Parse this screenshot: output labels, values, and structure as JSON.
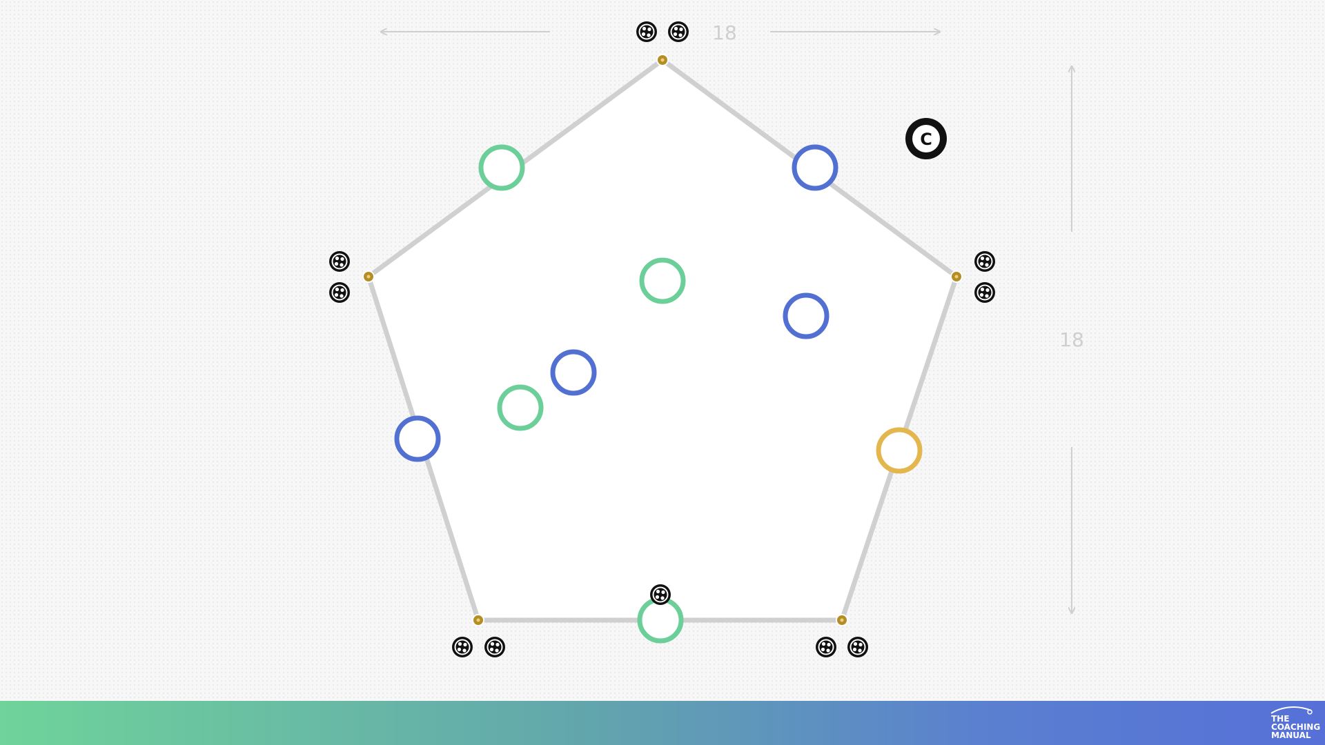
{
  "diagram": {
    "width_label": "18",
    "height_label": "18",
    "coach_label": "C"
  },
  "colors": {
    "team_green": "#6ccf99",
    "team_blue": "#5270d2",
    "neutral_yellow": "#e3b64e",
    "cone": "#b58d26",
    "boundary": "#cfcfcf",
    "dimension": "#cfcfcf",
    "ball": "#111111"
  },
  "legend_icons": {
    "ball": "soccer-ball-icon",
    "cone": "cone-marker-icon",
    "coach": "coach-icon"
  },
  "brand": {
    "logo_text": "THE\nCOACHING\nMANUAL"
  }
}
